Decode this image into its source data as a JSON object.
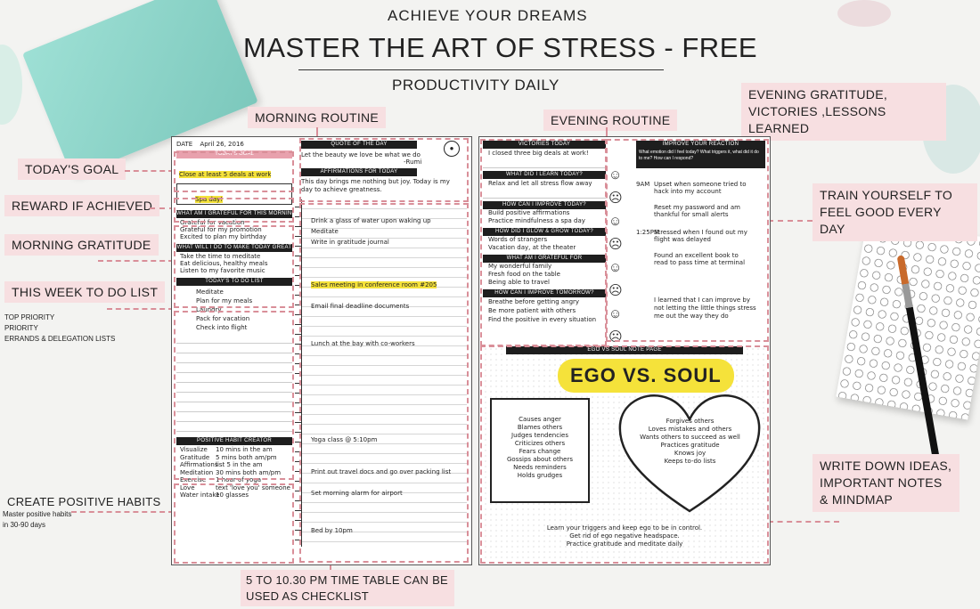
{
  "header": {
    "kicker": "ACHIEVE YOUR DREAMS",
    "title": "MASTER THE ART OF STRESS - FREE",
    "subtitle": "PRODUCTIVITY DAILY"
  },
  "callouts": {
    "morning_routine": "MORNING ROUTINE",
    "evening_routine": "EVENING ROUTINE",
    "evening_gratitude": "EVENING GRATITUDE, VICTORIES ,LESSONS LEARNED",
    "todays_goal": "TODAY'S GOAL",
    "reward": "REWARD IF ACHIEVED",
    "morning_gratitude": "MORNING GRATITUDE",
    "week_todo": "THIS WEEK TO DO LIST",
    "train_yourself": "TRAIN YOURSELF TO FEEL GOOD EVERY DAY",
    "create_habits": "CREATE POSITIVE HABITS",
    "write_down": "WRITE DOWN IDEAS, IMPORTANT NOTES & MINDMAP",
    "time_table": "5 TO 10.30 PM TIME TABLE CAN BE USED AS CHECKLIST"
  },
  "side_notes": {
    "priority_list": [
      "TOP PRIORITY",
      "PRIORITY",
      "ERRANDS & DELEGATION LISTS"
    ],
    "habits_note": [
      "Master positive habits",
      "in 30-90 days"
    ]
  },
  "planner": {
    "date_label": "DATE",
    "date_value": "April 26, 2016",
    "todays_goal_bar": "TODAY'S GOAL",
    "goal_text": "Close at least 5 deals at work",
    "reward_text": "Spa day!",
    "gratitude_bar": "WHAT AM I GRATEFUL FOR THIS MORNING",
    "gratitude_items": [
      "Grateful for vacation",
      "Grateful for my promotion",
      "Excited to plan my birthday"
    ],
    "today_bar": "WHAT WILL I DO TO MAKE TODAY GREAT",
    "today_items": [
      "Take the time to meditate",
      "Eat delicious, healthy meals",
      "Listen to my favorite music"
    ],
    "todo_bar": "TODAY'S TO DO LIST",
    "todo_items": [
      "Meditate",
      "Plan for my meals",
      "Laundry",
      "Pack for vacation",
      "Check into flight"
    ],
    "habit_bar": "POSITIVE HABIT CREATOR",
    "habits": [
      {
        "name": "Visualize",
        "note": "10 mins in the am"
      },
      {
        "name": "Gratitude",
        "note": "5 mins both am/pm"
      },
      {
        "name": "Affirmations",
        "note": "list 5 in the am"
      },
      {
        "name": "Meditation",
        "note": "30 mins both am/pm"
      },
      {
        "name": "Exercise",
        "note": "1 hour of yoga"
      },
      {
        "name": "Love",
        "note": "text 'love you' someone"
      },
      {
        "name": "Water intake",
        "note": "10 glasses"
      }
    ],
    "quote_bar": "QUOTE OF THE DAY",
    "quote_text": "Let the beauty we love be what we do",
    "quote_author": "-Rumi",
    "affirm_bar": "AFFIRMATIONS FOR TODAY",
    "affirm_text": "This day brings me nothing but joy. Today is my day to achieve greatness.",
    "schedule": [
      "Drink a glass of water upon waking up",
      "Meditate",
      "Write in gratitude journal",
      "Sales meeting in conference room #205",
      "Email final deadline documents",
      "Lunch at the bay with co-workers",
      "Yoga class @ 5:10pm",
      "Print out travel docs and go over packing list",
      "Set morning alarm for airport",
      "Bed by 10pm"
    ],
    "victories_bar": "VICTORIES TODAY",
    "victories": [
      "I closed three big deals at work!",
      ""
    ],
    "learn_bar": "WHAT DID I LEARN TODAY?",
    "learn_items": [
      "Relax and let all stress flow away"
    ],
    "improve_bar": "HOW CAN I IMPROVE TODAY?",
    "improve_items": [
      "Build positive affirmations",
      "Practice mindfulness a spa day"
    ],
    "glow_bar": "HOW DID I GLOW & GROW TODAY?",
    "glow_items": [
      "Words of strangers",
      "Vacation day, at the theater"
    ],
    "grateful_bar": "WHAT AM I GRATEFUL FOR",
    "grateful_items": [
      "My wonderful family",
      "Fresh food on the table",
      "Being able to travel"
    ],
    "react_bar": "HOW CAN I IMPROVE TOMORROW?",
    "react_items": [
      "Breathe before getting angry",
      "Be more patient with others",
      "Find the positive in every situation"
    ],
    "emotion_bar": "IMPROVE YOUR REACTION",
    "emotion_sub": "What emotion did I feel today? What triggers it, what did it do to me? How can I respond?",
    "emotion_rows": [
      {
        "time": "9AM",
        "text": "Upset when someone tried to hack into my account"
      },
      {
        "time": "",
        "text": "Reset my password and am thankful for small alerts"
      },
      {
        "time": "1:25PM",
        "text": "Stressed when I found out my flight was delayed"
      },
      {
        "time": "",
        "text": "Found an excellent book to read to pass time at terminal"
      },
      {
        "time": "",
        "text": "I learned that I can improve by not letting the little things stress me out the way they do"
      }
    ],
    "ego_title": "EGO VS. SOUL",
    "ego_bar": "EGO VS SOUL NOTE PAGE",
    "ego_items": [
      "Causes anger",
      "Blames others",
      "Judges tendencies",
      "Criticizes others",
      "Fears change",
      "Gossips about others",
      "Needs reminders",
      "Holds grudges"
    ],
    "soul_items": [
      "Forgives others",
      "Loves mistakes and others",
      "Wants others to succeed as well",
      "Practices gratitude",
      "Knows joy",
      "Keeps to-do lists"
    ],
    "ego_footer": [
      "Learn your triggers and keep ego to be in control.",
      "Get rid of ego negative headspace.",
      "Practice gratitude and meditate daily"
    ]
  },
  "colors": {
    "pink": "#f7dfe1",
    "dash": "#d98f99",
    "highlight": "#f5e23a",
    "teal_book": "#8fd3c8",
    "bar": "#1e1e1e"
  }
}
